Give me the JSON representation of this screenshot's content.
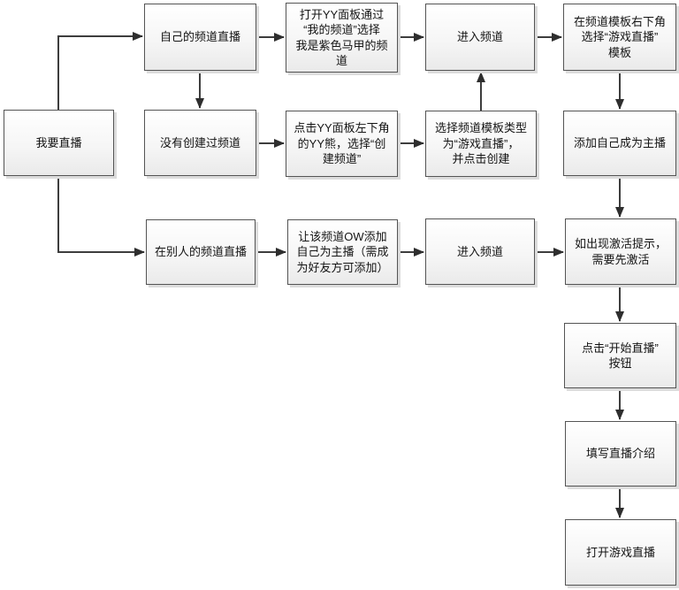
{
  "diagram": {
    "type": "flowchart",
    "colors": {
      "background": "#ffffff",
      "node_border": "#545454",
      "node_fill_top": "#ffffff",
      "node_fill_bottom": "#eaeaea",
      "node_shadow": "#dcdcdc",
      "connector": "#3d3d3d",
      "arrowhead": "#2e2e2e",
      "text": "#141414"
    },
    "nodes": [
      {
        "id": "start",
        "label": "我要直播",
        "lines": [
          "我要直播"
        ]
      },
      {
        "id": "own-channel",
        "label": "自己的频道直播",
        "lines": [
          "自己的频道直播"
        ]
      },
      {
        "id": "open-yy-panel",
        "label": "打开YY面板通过“我的频道”选择我是紫色马甲的频道",
        "lines": [
          "打开YY面板通过",
          "“我的频道”选择",
          "我是紫色马甲的频",
          "道"
        ]
      },
      {
        "id": "enter-channel-1",
        "label": "进入频道",
        "lines": [
          "进入频道"
        ]
      },
      {
        "id": "choose-template",
        "label": "在频道模板右下角选择“游戏直播”模板",
        "lines": [
          "在频道模板右下角",
          "选择“游戏直播”",
          "模板"
        ]
      },
      {
        "id": "no-channel",
        "label": "没有创建过频道",
        "lines": [
          "没有创建过频道"
        ]
      },
      {
        "id": "click-yy-bear",
        "label": "点击YY面板左下角的YY熊，选择“创建频道”",
        "lines": [
          "点击YY面板左下角",
          "的YY熊，选择“创",
          "建频道”"
        ]
      },
      {
        "id": "select-template-type",
        "label": "选择频道模板类型为“游戏直播”，并点击创建",
        "lines": [
          "选择频道模板类型",
          "为“游戏直播”，",
          "并点击创建"
        ]
      },
      {
        "id": "add-self-anchor",
        "label": "添加自己成为主播",
        "lines": [
          "添加自己成为主播"
        ]
      },
      {
        "id": "other-channel",
        "label": "在别人的频道直播",
        "lines": [
          "在别人的频道直播"
        ]
      },
      {
        "id": "ow-add-anchor",
        "label": "让该频道OW添加自己为主播（需成为好友方可添加）",
        "lines": [
          "让该频道OW添加",
          "自己为主播（需成",
          "为好友方可添加）"
        ]
      },
      {
        "id": "enter-channel-2",
        "label": "进入频道",
        "lines": [
          "进入频道"
        ]
      },
      {
        "id": "activate",
        "label": "如出现激活提示，需要先激活",
        "lines": [
          "如出现激活提示，",
          "需要先激活"
        ]
      },
      {
        "id": "click-start-live",
        "label": "点击“开始直播”按钮",
        "lines": [
          "点击“开始直播”",
          "按钮"
        ]
      },
      {
        "id": "fill-live-intro",
        "label": "填写直播介绍",
        "lines": [
          "填写直播介绍"
        ]
      },
      {
        "id": "open-game-live",
        "label": "打开游戏直播",
        "lines": [
          "打开游戏直播"
        ]
      }
    ],
    "edges": [
      {
        "from": "start",
        "to": "own-channel"
      },
      {
        "from": "start",
        "to": "other-channel"
      },
      {
        "from": "own-channel",
        "to": "open-yy-panel"
      },
      {
        "from": "own-channel",
        "to": "no-channel"
      },
      {
        "from": "open-yy-panel",
        "to": "enter-channel-1"
      },
      {
        "from": "no-channel",
        "to": "click-yy-bear"
      },
      {
        "from": "click-yy-bear",
        "to": "select-template-type"
      },
      {
        "from": "select-template-type",
        "to": "enter-channel-1"
      },
      {
        "from": "enter-channel-1",
        "to": "choose-template"
      },
      {
        "from": "choose-template",
        "to": "add-self-anchor"
      },
      {
        "from": "add-self-anchor",
        "to": "activate"
      },
      {
        "from": "other-channel",
        "to": "ow-add-anchor"
      },
      {
        "from": "ow-add-anchor",
        "to": "enter-channel-2"
      },
      {
        "from": "enter-channel-2",
        "to": "activate"
      },
      {
        "from": "activate",
        "to": "click-start-live"
      },
      {
        "from": "click-start-live",
        "to": "fill-live-intro"
      },
      {
        "from": "fill-live-intro",
        "to": "open-game-live"
      }
    ]
  }
}
